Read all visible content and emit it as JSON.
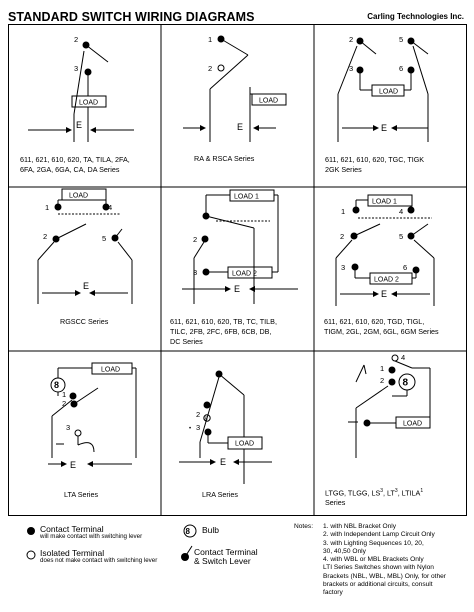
{
  "header": {
    "title": "STANDARD SWITCH WIRING DIAGRAMS",
    "company": "Carling Technologies Inc."
  },
  "labels": {
    "load": "LOAD",
    "load1": "LOAD 1",
    "load2": "LOAD 2",
    "e": "E"
  },
  "captions": {
    "c1": [
      "611, 621, 610, 620, TA, TILA, 2FA,",
      "6FA, 2GA, 6GA, CA, DA Series"
    ],
    "c2": [
      "RA & RSCA Series"
    ],
    "c3": [
      "611, 621, 610, 620, TGC, TIGK",
      "2GK Series"
    ],
    "c4": [
      "RGSCC Series"
    ],
    "c5": [
      "611, 621, 610, 620, TB, TC, TILB,",
      "TILC, 2FB, 2FC, 6FB, 6CB, DB,",
      "DC Series"
    ],
    "c6": [
      "611, 621, 610, 620, TGD, TIGL,",
      "TIGM, 2GL, 2GM, 6GL, 6GM Series"
    ],
    "c7": [
      "LTA Series"
    ],
    "c8": [
      "LRA Series"
    ],
    "c9a": "LTGG, TLGG, LS",
    "c9b": "3",
    "c9c": ", LT",
    "c9d": "3",
    "c9e": ", LTILA",
    "c9f": "1",
    "c9g": "Series"
  },
  "legend": {
    "contact": "Contact Terminal",
    "contact_sub": "will make contact with switching lever",
    "isolated": "Isolated Terminal",
    "isolated_sub": "does not make contact with switching lever",
    "bulb": "Bulb",
    "contact_lever_1": "Contact Terminal",
    "contact_lever_2": "& Switch Lever"
  },
  "notes": {
    "label": "Notes:",
    "items": [
      "1. with NBL Bracket Only",
      "2. with Independent Lamp Circuit Only",
      "3. with Lighting Sequences 10, 20,",
      "30, 40,50 Only",
      "4. with WBL or MBL Brackets Only",
      "LTI Series Switches shown with Nylon",
      "Brackets (NBL, WBL, MBL) Only, for other",
      "brackets or additional circuits, consult",
      "factory"
    ]
  },
  "terminals": {
    "n1": "1",
    "n2": "2",
    "n3": "3",
    "n4": "4",
    "n5": "5",
    "n6": "6"
  }
}
